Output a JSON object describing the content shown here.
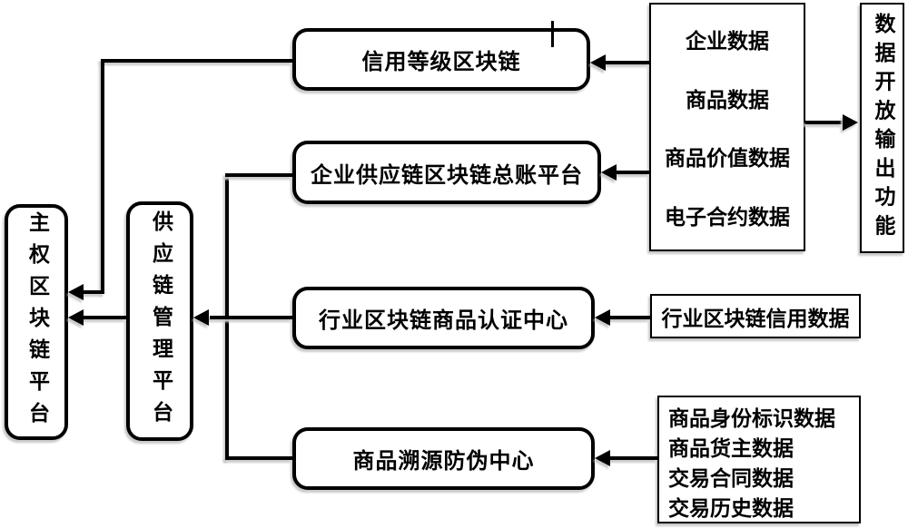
{
  "diagram": {
    "title": "supply-chain blockchain architecture flowchart",
    "colors": {
      "line": "#000000",
      "background": "#ffffff",
      "shadow": "#c9c9c9"
    },
    "nodes": {
      "sovereign_platform": {
        "label": "主权区块链平台"
      },
      "supply_chain_mgmt": {
        "label": "供应链管理平台"
      },
      "credit_blockchain": {
        "label": "信用等级区块链"
      },
      "ledger_platform": {
        "label": "企业供应链区块链总账平台"
      },
      "cert_center": {
        "label": "行业区块链商品认证中心"
      },
      "trace_center": {
        "label": "商品溯源防伪中心"
      },
      "enterprise_data": {
        "items": [
          "企业数据",
          "商品数据",
          "商品价值数据",
          "电子合约数据"
        ]
      },
      "data_output": {
        "label": "数据开放输出功能"
      },
      "industry_credit_data": {
        "label": "行业区块链信用数据"
      },
      "goods_data": {
        "items": [
          "商品身份标识数据",
          "商品货主数据",
          "交易合同数据",
          "交易历史数据"
        ]
      }
    },
    "edges": [
      "credit_blockchain -> sovereign_platform",
      "supply_chain_mgmt -> sovereign_platform",
      "ledger_platform/cert_center/trace_center -> supply_chain_mgmt",
      "enterprise_data -> credit_blockchain",
      "enterprise_data -> ledger_platform",
      "enterprise_data -> data_output",
      "industry_credit_data -> cert_center",
      "goods_data -> trace_center"
    ]
  }
}
